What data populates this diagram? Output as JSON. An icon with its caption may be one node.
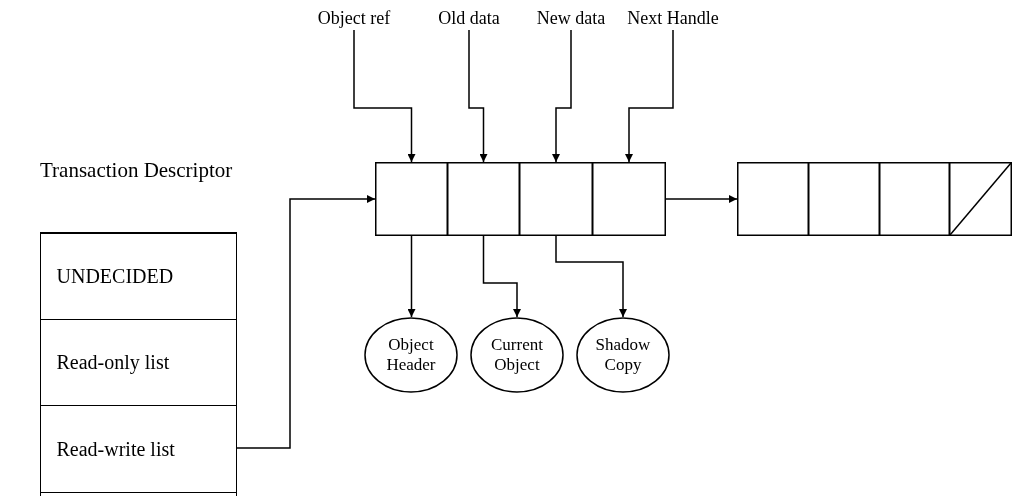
{
  "diagram": {
    "nodes": [
      {
        "text": [
          "Object ref"
        ]
      },
      {
        "text": [
          "Old data"
        ]
      },
      {
        "text": [
          "New data"
        ]
      },
      {
        "text": [
          "Next Handle"
        ]
      },
      {
        "text": [
          "Transaction Descriptor"
        ]
      },
      {
        "text": [
          "UNDECIDED"
        ],
        "in": 4
      },
      {
        "text": [
          "Read-only list"
        ],
        "in": 4
      },
      {
        "text": [
          "Read-write list"
        ],
        "in": 4
      },
      {
        "text": [],
        "shape": "box"
      },
      {
        "text": [],
        "shape": "box",
        "in": 8
      },
      {
        "text": [],
        "shape": "box",
        "in": 8
      },
      {
        "text": [],
        "shape": "box",
        "in": 8
      },
      {
        "text": [],
        "shape": "box",
        "in": 8
      },
      {
        "text": [],
        "shape": "box"
      },
      {
        "text": [],
        "shape": "box",
        "in": 13
      },
      {
        "text": [],
        "shape": "box",
        "in": 13
      },
      {
        "text": [],
        "shape": "box",
        "in": 13
      },
      {
        "text": [],
        "shape": "box",
        "in": 13
      },
      {
        "text": [
          "Object Header"
        ]
      },
      {
        "text": [
          "Current Object"
        ]
      },
      {
        "text": [
          "Shadow Copy"
        ]
      }
    ],
    "edges": [
      {
        "from": 0,
        "to": 9,
        "arrow": "to"
      },
      {
        "from": 1,
        "to": 10,
        "arrow": "to"
      },
      {
        "from": 2,
        "to": 11,
        "arrow": "to"
      },
      {
        "from": 3,
        "to": 12,
        "arrow": "to"
      },
      {
        "from": 7,
        "to": 8,
        "arrow": "to"
      },
      {
        "from": 12,
        "to": 13,
        "arrow": "to"
      },
      {
        "from": 9,
        "to": 18,
        "arrow": "to"
      },
      {
        "from": 10,
        "to": 19,
        "arrow": "to"
      },
      {
        "from": 11,
        "to": 20,
        "arrow": "to"
      }
    ]
  }
}
